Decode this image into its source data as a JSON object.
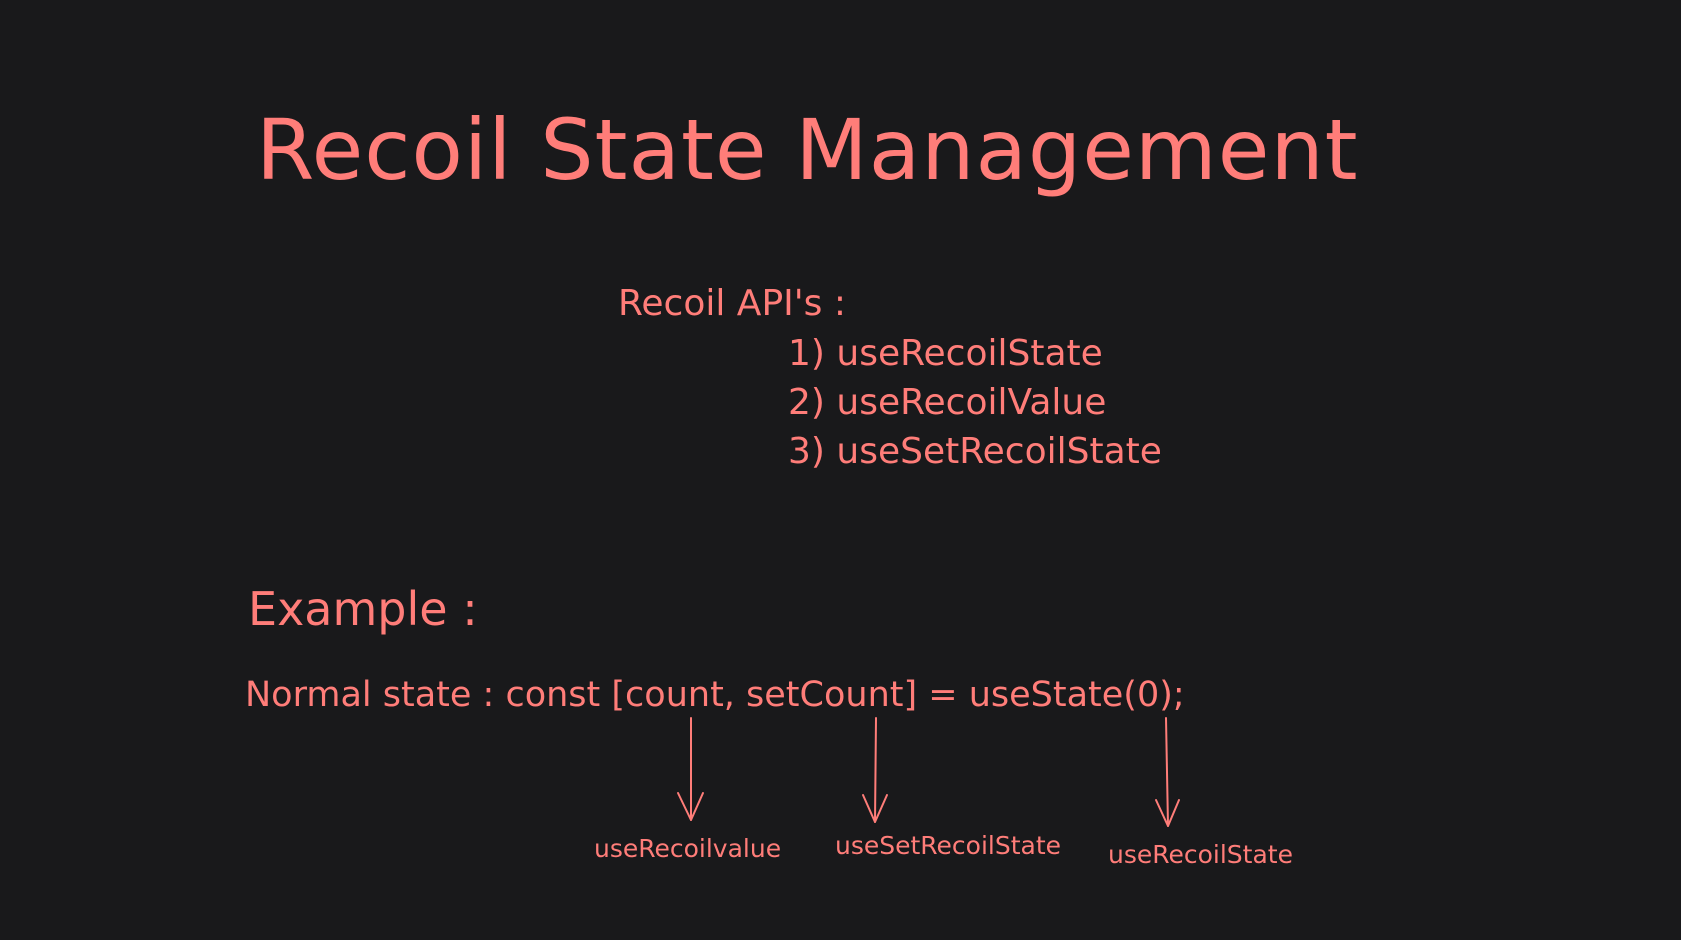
{
  "title": "Recoil State Management",
  "apis": {
    "heading": "Recoil API's :",
    "items": [
      "1) useRecoilState",
      "2) useRecoilValue",
      "3) useSetRecoilState"
    ]
  },
  "example": {
    "heading": "Example :",
    "code_line": "Normal state : const [count, setCount] = useState(0);",
    "mappings": [
      {
        "label": "useRecoilvalue"
      },
      {
        "label": "useSetRecoilState"
      },
      {
        "label": "useRecoilState"
      }
    ]
  },
  "colors": {
    "background": "#19191b",
    "ink": "#ff7d79"
  }
}
